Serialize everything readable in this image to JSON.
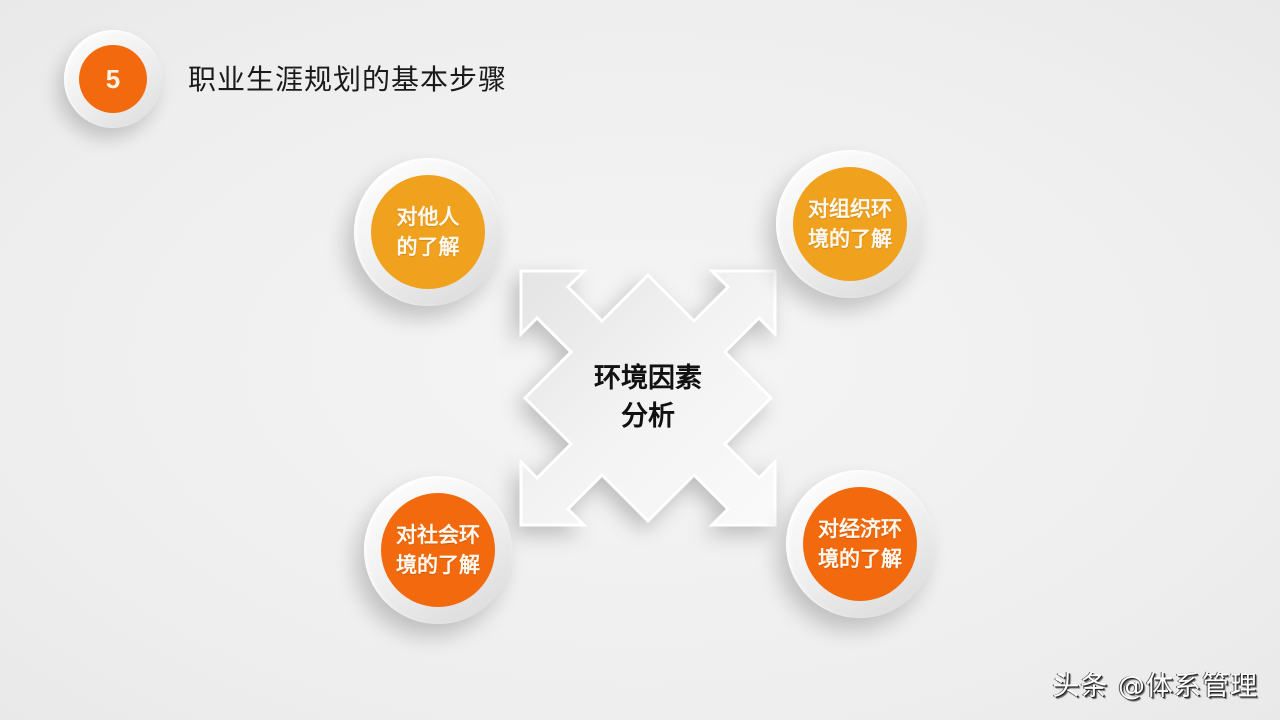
{
  "header": {
    "step_number": "5",
    "title": "职业生涯规划的基本步骤"
  },
  "center": {
    "line1": "环境因素",
    "line2": "分析"
  },
  "factors": [
    {
      "position": "top-left",
      "line1": "对他人",
      "line2": "的了解",
      "color": "#f0a11d"
    },
    {
      "position": "top-right",
      "line1": "对组织环",
      "line2": "境的了解",
      "color": "#f0a11d"
    },
    {
      "position": "bottom-left",
      "line1": "对社会环",
      "line2": "境的了解",
      "color": "#f26a0d"
    },
    {
      "position": "bottom-right",
      "line1": "对经济环",
      "line2": "境的了解",
      "color": "#f26a0d"
    }
  ],
  "colors": {
    "amber": "#f0a11d",
    "orange": "#f26a0d",
    "background": "#f0f0f0"
  },
  "watermark": "头条 @体系管理"
}
